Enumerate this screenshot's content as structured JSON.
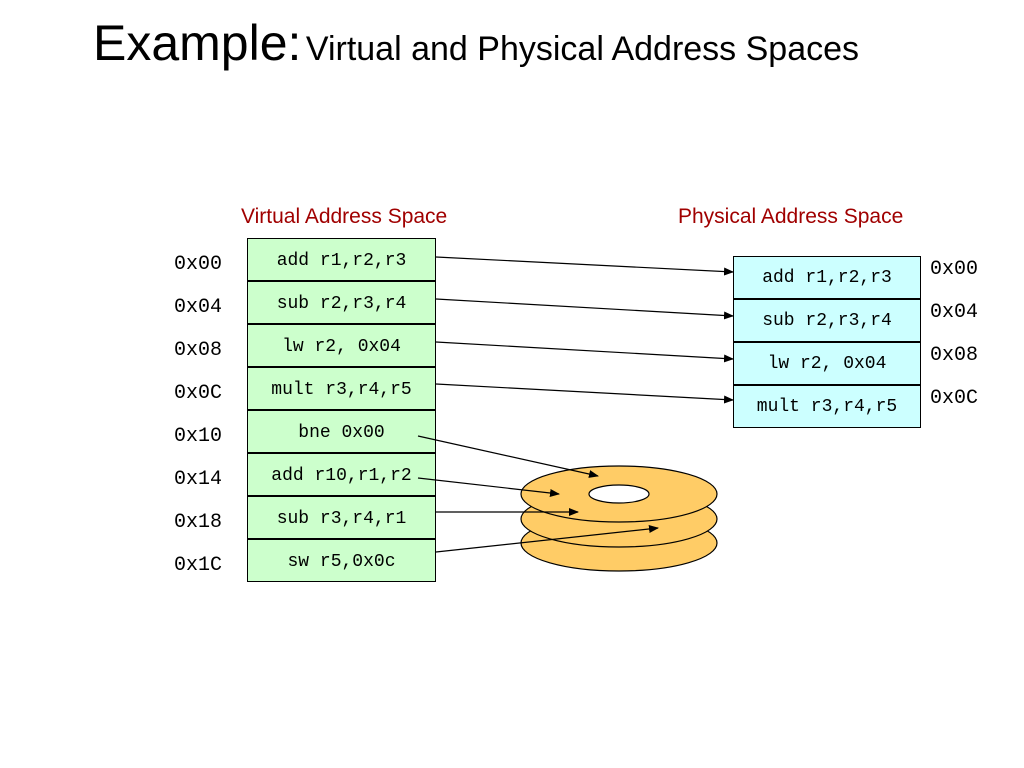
{
  "title": {
    "main": "Example:",
    "sub": "Virtual and Physical Address Spaces"
  },
  "virtual": {
    "heading": "Virtual Address Space",
    "addresses": [
      "0x00",
      "0x04",
      "0x08",
      "0x0C",
      "0x10",
      "0x14",
      "0x18",
      "0x1C"
    ],
    "instructions": [
      "add r1,r2,r3",
      "sub r2,r3,r4",
      "lw r2, 0x04",
      "mult r3,r4,r5",
      "bne 0x00",
      "add r10,r1,r2",
      "sub r3,r4,r1",
      "sw r5,0x0c"
    ]
  },
  "physical": {
    "heading": "Physical Address Space",
    "addresses": [
      "0x00",
      "0x04",
      "0x08",
      "0x0C"
    ],
    "instructions": [
      "add r1,r2,r3",
      "sub r2,r3,r4",
      "lw r2, 0x04",
      "mult r3,r4,r5"
    ]
  },
  "colors": {
    "heading": "#a00000",
    "virtual_fill": "#ccffcc",
    "physical_fill": "#ccffff",
    "disk_fill": "#ffcc66"
  },
  "icons": {
    "disk": "disk-stack-icon"
  }
}
